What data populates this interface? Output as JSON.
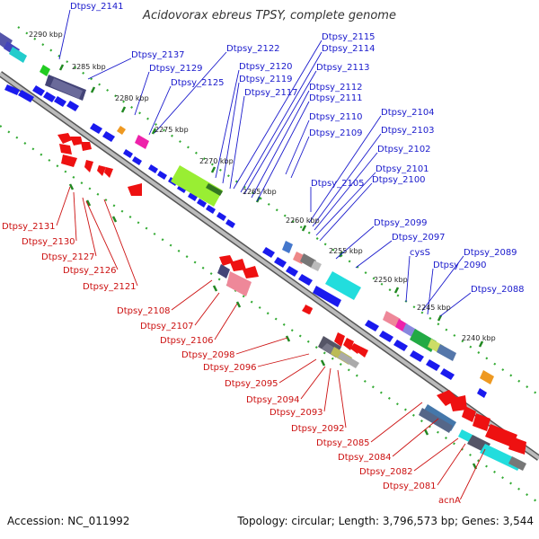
{
  "title": "Acidovorax ebreus TPSY, complete genome",
  "footer": {
    "accession": "Accession: NC_011992",
    "summary": "Topology: circular; Length: 3,796,573 bp; Genes: 3,544"
  },
  "ruler_labels": [
    "2290 kbp",
    "2285 kbp",
    "2280 kbp",
    "2275 kbp",
    "2270 kbp",
    "2265 kbp",
    "2260 kbp",
    "2255 kbp",
    "2250 kbp",
    "2245 kbp",
    "2240 kbp"
  ],
  "top_labels": [
    "Dtpsy_2141",
    "Dtpsy_2137",
    "Dtpsy_2129",
    "Dtpsy_2125",
    "Dtpsy_2122",
    "Dtpsy_2120",
    "Dtpsy_2119",
    "Dtpsy_2117",
    "Dtpsy_2115",
    "Dtpsy_2114",
    "Dtpsy_2113",
    "Dtpsy_2112",
    "Dtpsy_2111",
    "Dtpsy_2110",
    "Dtpsy_2109",
    "Dtpsy_2104",
    "Dtpsy_2103",
    "Dtpsy_2102",
    "Dtpsy_2101",
    "Dtpsy_2105",
    "Dtpsy_2100",
    "Dtpsy_2099",
    "Dtpsy_2097",
    "cysS",
    "Dtpsy_2089",
    "Dtpsy_2090",
    "Dtpsy_2088"
  ],
  "bottom_labels": [
    "Dtpsy_2131",
    "Dtpsy_2130",
    "Dtpsy_2127",
    "Dtpsy_2126",
    "Dtpsy_2121",
    "Dtpsy_2108",
    "Dtpsy_2107",
    "Dtpsy_2106",
    "Dtpsy_2098",
    "Dtpsy_2096",
    "Dtpsy_2095",
    "Dtpsy_2094",
    "Dtpsy_2093",
    "Dtpsy_2092",
    "Dtpsy_2085",
    "Dtpsy_2084",
    "Dtpsy_2082",
    "Dtpsy_2081",
    "acnA"
  ],
  "colors": {
    "forward_label": "#1a1acc",
    "reverse_label": "#cc1111",
    "forward_gene": "#1a1aee",
    "reverse_gene": "#ee1111",
    "backbone": "#999999",
    "tick": "#339933"
  }
}
